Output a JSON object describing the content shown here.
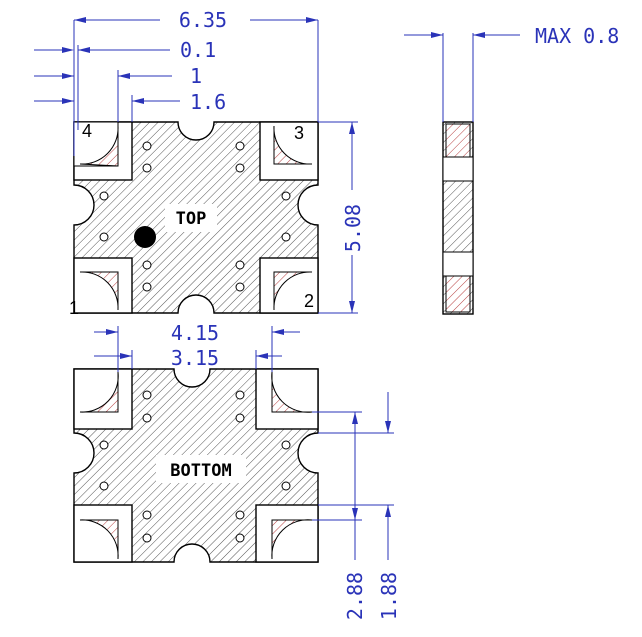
{
  "drawing": {
    "top_view": {
      "label": "TOP",
      "pins": [
        "1",
        "2",
        "3",
        "4"
      ],
      "dimensions": {
        "overall_width": "6.35",
        "offset_a": "0.1",
        "offset_b": "1",
        "offset_c": "1.6",
        "height": "5.08"
      }
    },
    "side_view": {
      "thickness": "MAX 0.8"
    },
    "bottom_view": {
      "label": "BOTTOM",
      "dimensions": {
        "outer_width": "4.15",
        "inner_width": "3.15",
        "outer_height": "2.88",
        "inner_height": "1.88"
      }
    },
    "colors": {
      "body_hatch": "#555555",
      "pad_hatch": "#b84040",
      "dimension": "#2a33b8",
      "outline": "#000000"
    }
  }
}
